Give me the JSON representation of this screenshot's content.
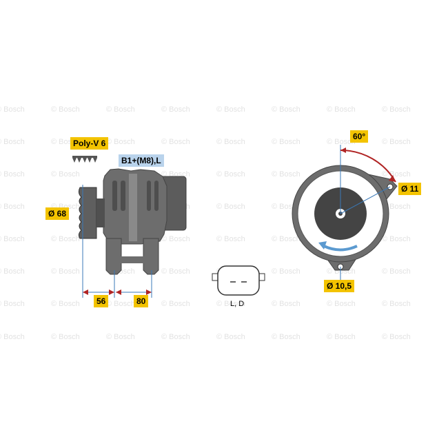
{
  "watermark": {
    "text": "© Bosch"
  },
  "side_view": {
    "belt_label": "Poly-V 6",
    "terminal_label": "B1+(M8),L",
    "pulley_diameter": "Ø 68",
    "dim_pulley_to_mount": "56",
    "dim_mount_spacing": "80"
  },
  "connector": {
    "pins_label": "L,  D"
  },
  "front_view": {
    "angle": "60°",
    "upper_hole": "Ø 11",
    "lower_hole": "Ø 10,5"
  },
  "colors": {
    "label_yellow": "#f3c300",
    "label_blue": "#b9d3ec",
    "body_gray": "#6d6d6d",
    "dimension_blue": "#3a79b8",
    "arrow_red": "#b02424",
    "rotation_blue": "#5b9ad0"
  }
}
